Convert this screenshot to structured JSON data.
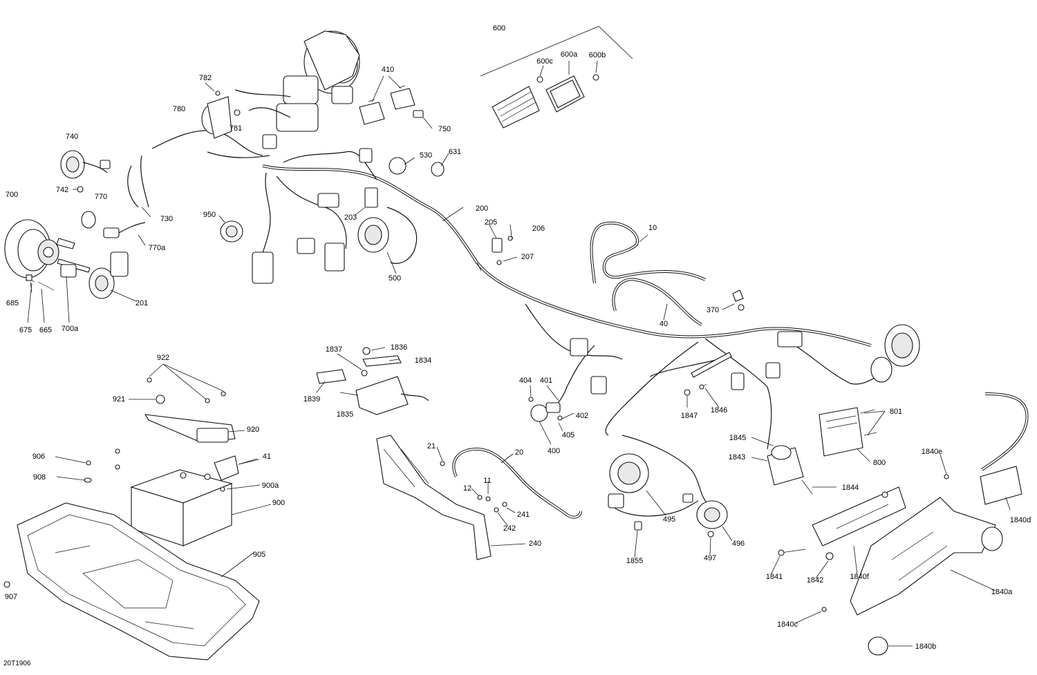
{
  "diagram": {
    "drawing_code": "20T1906",
    "callouts": [
      {
        "id": "600",
        "text": "600"
      },
      {
        "id": "600c",
        "text": "600c"
      },
      {
        "id": "600a",
        "text": "600a"
      },
      {
        "id": "600b",
        "text": "600b"
      },
      {
        "id": "410",
        "text": "410"
      },
      {
        "id": "782",
        "text": "782"
      },
      {
        "id": "780",
        "text": "780"
      },
      {
        "id": "781",
        "text": "781"
      },
      {
        "id": "750",
        "text": "750"
      },
      {
        "id": "740",
        "text": "740"
      },
      {
        "id": "742",
        "text": "742"
      },
      {
        "id": "530",
        "text": "530"
      },
      {
        "id": "631",
        "text": "631"
      },
      {
        "id": "700",
        "text": "700"
      },
      {
        "id": "770",
        "text": "770"
      },
      {
        "id": "730",
        "text": "730"
      },
      {
        "id": "770a",
        "text": "770a"
      },
      {
        "id": "950",
        "text": "950"
      },
      {
        "id": "203",
        "text": "203"
      },
      {
        "id": "200",
        "text": "200"
      },
      {
        "id": "205",
        "text": "205"
      },
      {
        "id": "206",
        "text": "206"
      },
      {
        "id": "10",
        "text": "10"
      },
      {
        "id": "207",
        "text": "207"
      },
      {
        "id": "500",
        "text": "500"
      },
      {
        "id": "201",
        "text": "201"
      },
      {
        "id": "685",
        "text": "685"
      },
      {
        "id": "675",
        "text": "675"
      },
      {
        "id": "665",
        "text": "665"
      },
      {
        "id": "700a",
        "text": "700a"
      },
      {
        "id": "370",
        "text": "370"
      },
      {
        "id": "40",
        "text": "40"
      },
      {
        "id": "922",
        "text": "922"
      },
      {
        "id": "1837",
        "text": "1837"
      },
      {
        "id": "1836",
        "text": "1836"
      },
      {
        "id": "1834",
        "text": "1834"
      },
      {
        "id": "921",
        "text": "921"
      },
      {
        "id": "1839",
        "text": "1839"
      },
      {
        "id": "1835",
        "text": "1835"
      },
      {
        "id": "404",
        "text": "404"
      },
      {
        "id": "401",
        "text": "401"
      },
      {
        "id": "402",
        "text": "402"
      },
      {
        "id": "405",
        "text": "405"
      },
      {
        "id": "400",
        "text": "400"
      },
      {
        "id": "1847",
        "text": "1847"
      },
      {
        "id": "1846",
        "text": "1846"
      },
      {
        "id": "801",
        "text": "801"
      },
      {
        "id": "920",
        "text": "920"
      },
      {
        "id": "1845",
        "text": "1845"
      },
      {
        "id": "1843",
        "text": "1843"
      },
      {
        "id": "800",
        "text": "800"
      },
      {
        "id": "906",
        "text": "906"
      },
      {
        "id": "41",
        "text": "41"
      },
      {
        "id": "21",
        "text": "21"
      },
      {
        "id": "20",
        "text": "20"
      },
      {
        "id": "1840e",
        "text": "1840e"
      },
      {
        "id": "908",
        "text": "908"
      },
      {
        "id": "900a",
        "text": "900a"
      },
      {
        "id": "11",
        "text": "11"
      },
      {
        "id": "12",
        "text": "12"
      },
      {
        "id": "1844",
        "text": "1844"
      },
      {
        "id": "900",
        "text": "900"
      },
      {
        "id": "241",
        "text": "241"
      },
      {
        "id": "242",
        "text": "242"
      },
      {
        "id": "495",
        "text": "495"
      },
      {
        "id": "1840d",
        "text": "1840d"
      },
      {
        "id": "496",
        "text": "496"
      },
      {
        "id": "240",
        "text": "240"
      },
      {
        "id": "905",
        "text": "905"
      },
      {
        "id": "497",
        "text": "497"
      },
      {
        "id": "1855",
        "text": "1855"
      },
      {
        "id": "1841",
        "text": "1841"
      },
      {
        "id": "1842",
        "text": "1842"
      },
      {
        "id": "1840f",
        "text": "1840f"
      },
      {
        "id": "1840a",
        "text": "1840a"
      },
      {
        "id": "907",
        "text": "907"
      },
      {
        "id": "1840c",
        "text": "1840c"
      },
      {
        "id": "1840b",
        "text": "1840b"
      }
    ]
  }
}
